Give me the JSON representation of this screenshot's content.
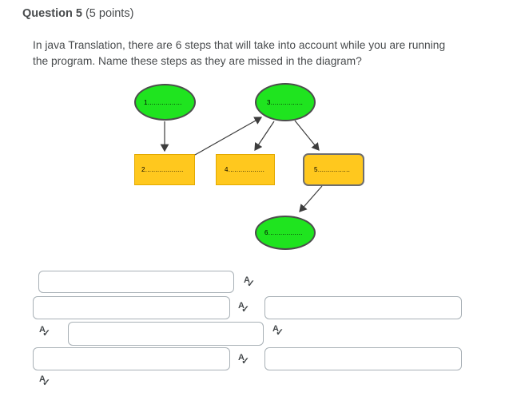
{
  "header": {
    "title": "Question 5",
    "points": "(5 points)"
  },
  "question": {
    "lines": [
      "In java Translation, there are 6 steps that will take into account while you are running",
      "the program. Name these steps as they are missed in the diagram?"
    ]
  },
  "diagram": {
    "colors": {
      "ellipse_fill": "#1fe41f",
      "ellipse_border": "#4c4c4c",
      "rect_fill": "#ffc81e",
      "rect_border": "#e3a900",
      "rect5_border": "#6e6e6e",
      "arrow": "#3d3d3d"
    },
    "nodes": {
      "n1": {
        "shape": "ellipse",
        "label": "1................."
      },
      "n2": {
        "shape": "rect",
        "label": "2..................."
      },
      "n3": {
        "shape": "ellipse",
        "label": "3................"
      },
      "n4": {
        "shape": "rect",
        "label": "4.................."
      },
      "n5": {
        "shape": "rect-rounded",
        "label": "5................"
      },
      "n6": {
        "shape": "ellipse",
        "label": "6................."
      }
    },
    "edges": [
      {
        "from": "n1",
        "to": "n2"
      },
      {
        "from": "n2",
        "to": "n3"
      },
      {
        "from": "n3",
        "to": "n4"
      },
      {
        "from": "n3",
        "to": "n5"
      },
      {
        "from": "n5",
        "to": "n6"
      }
    ]
  },
  "answers": {
    "editor_icon": {
      "letter": "A",
      "check": "✓"
    },
    "blanks": [
      {
        "value": ""
      },
      {
        "value": ""
      },
      {
        "value": ""
      },
      {
        "value": ""
      },
      {
        "value": ""
      },
      {
        "value": ""
      }
    ]
  }
}
